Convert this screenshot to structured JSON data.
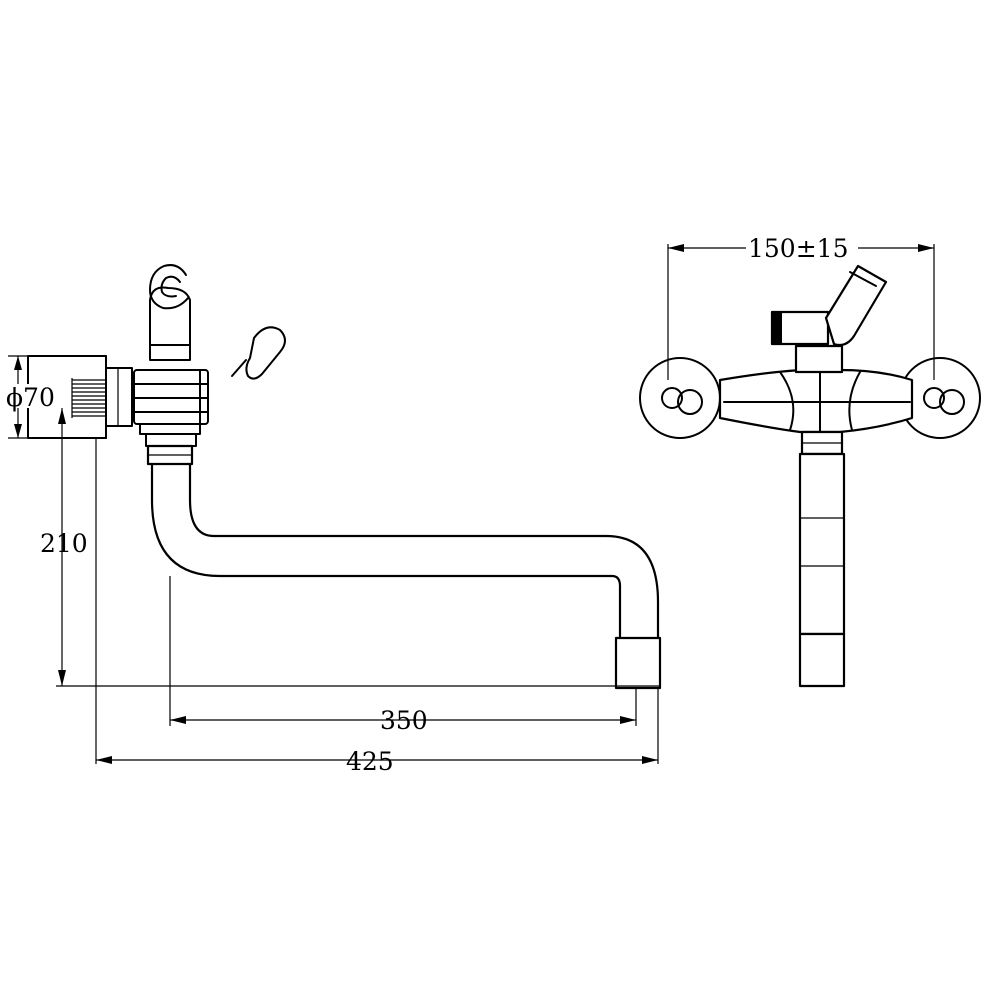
{
  "dimensions": {
    "diameter": "ϕ70",
    "height": "210",
    "spout_reach": "350",
    "total_reach": "425",
    "centers": "150±15"
  }
}
